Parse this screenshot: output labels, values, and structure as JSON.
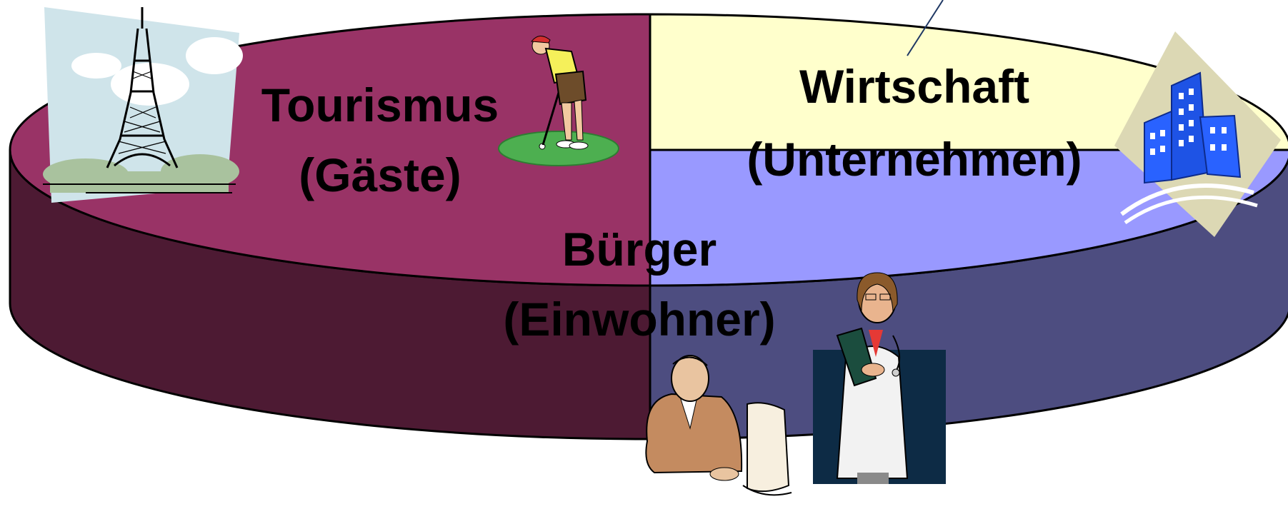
{
  "chart_data": {
    "type": "pie",
    "style": "3d",
    "segments": [
      {
        "id": "tourismus",
        "line1": "Tourismus",
        "line2": "(Gäste)",
        "value": 25,
        "color": "#FFFFCC",
        "side_color": "#808065"
      },
      {
        "id": "wirtschaft",
        "line1": "Wirtschaft",
        "line2": "(Unternehmen)",
        "value": 25,
        "color": "#9999FF",
        "side_color": "#4D4D80"
      },
      {
        "id": "buerger",
        "line1": "Bürger",
        "line2": "(Einwohner)",
        "value": 50,
        "color": "#993366",
        "side_color": "#4D1A33"
      }
    ]
  },
  "icons": {
    "tourismus": [
      "eiffel-tower-icon",
      "golfer-icon"
    ],
    "wirtschaft": [
      "office-building-icon"
    ],
    "buerger": [
      "computer-user-icon",
      "doctor-icon"
    ]
  },
  "colors": {
    "outline": "#000000",
    "leader_line": "#1F3864"
  }
}
